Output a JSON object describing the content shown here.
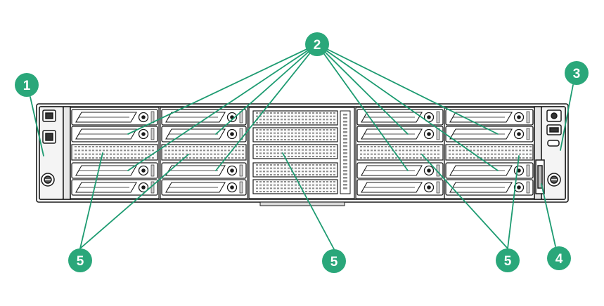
{
  "colors": {
    "callout": "#2aa77a",
    "leader": "#1d9b71",
    "outline": "#1a1a1a",
    "chassis": "#ffffff",
    "vent": "#9a9a9a"
  },
  "callouts": {
    "c1": "1",
    "c2": "2",
    "c3": "3",
    "c4": "4",
    "c5": "5"
  },
  "icons": [
    "power-button-icon",
    "drive-latch-icon",
    "led-indicator-icon"
  ]
}
